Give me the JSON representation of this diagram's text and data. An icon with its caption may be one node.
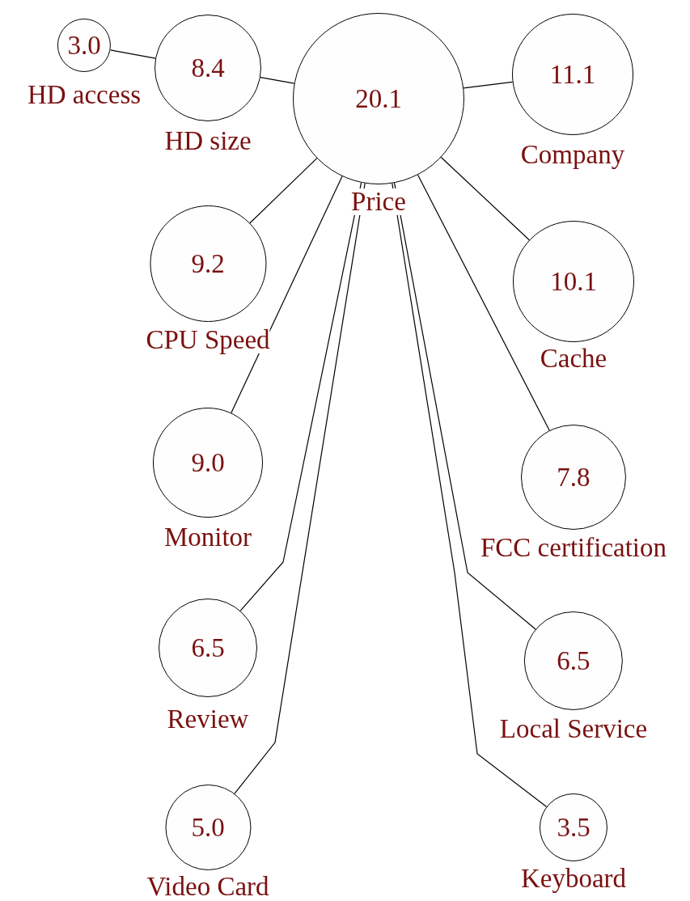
{
  "diagram": {
    "nodes": [
      {
        "text": [
          "3.0",
          "HD access"
        ]
      },
      {
        "text": [
          "8.4",
          "HD size"
        ]
      },
      {
        "text": [
          "20.1",
          "Price"
        ]
      },
      {
        "text": [
          "11.1",
          "Company"
        ]
      },
      {
        "text": [
          "9.2",
          "CPU Speed"
        ]
      },
      {
        "text": [
          "10.1",
          "Cache"
        ]
      },
      {
        "text": [
          "9.0",
          "Monitor"
        ]
      },
      {
        "text": [
          "7.8",
          "FCC certification"
        ]
      },
      {
        "text": [
          "6.5",
          "Review"
        ]
      },
      {
        "text": [
          "6.5",
          "Local Service"
        ]
      },
      {
        "text": [
          "5.0",
          "Video Card"
        ]
      },
      {
        "text": [
          "3.5",
          "Keyboard"
        ]
      }
    ],
    "edges": [
      {
        "from": 0,
        "to": 1,
        "arrow": "none"
      },
      {
        "from": 1,
        "to": 2,
        "arrow": "none"
      },
      {
        "from": 2,
        "to": 3,
        "arrow": "none"
      },
      {
        "from": 2,
        "to": 4,
        "arrow": "none"
      },
      {
        "from": 2,
        "to": 5,
        "arrow": "none"
      },
      {
        "from": 2,
        "to": 6,
        "arrow": "none"
      },
      {
        "from": 2,
        "to": 7,
        "arrow": "none"
      },
      {
        "from": 2,
        "to": 8,
        "arrow": "none"
      },
      {
        "from": 2,
        "to": 9,
        "arrow": "none"
      },
      {
        "from": 2,
        "to": 10,
        "arrow": "none"
      },
      {
        "from": 2,
        "to": 11,
        "arrow": "none"
      }
    ]
  }
}
